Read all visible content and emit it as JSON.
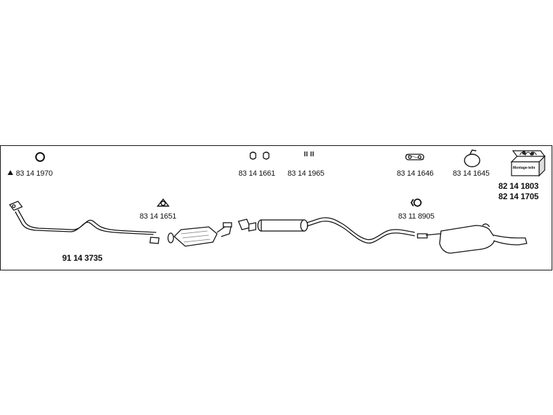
{
  "labels": {
    "oring": "83 14 1970",
    "clamps": "83 14 1661",
    "bolts": "83 14 1965",
    "hanger_a": "83 14 1646",
    "hanger_b": "83 14 1645",
    "kit_a": "82 14 1803",
    "kit_b": "82 14 1705",
    "gasket": "83 14 1651",
    "clip": "83 11 8905",
    "front_pipe": "91 14 3735"
  },
  "kit_box_text": "Montage-teile",
  "colors": {
    "line": "#111111",
    "part_fill": "#ffffff",
    "shade": "#bdbdbd"
  }
}
